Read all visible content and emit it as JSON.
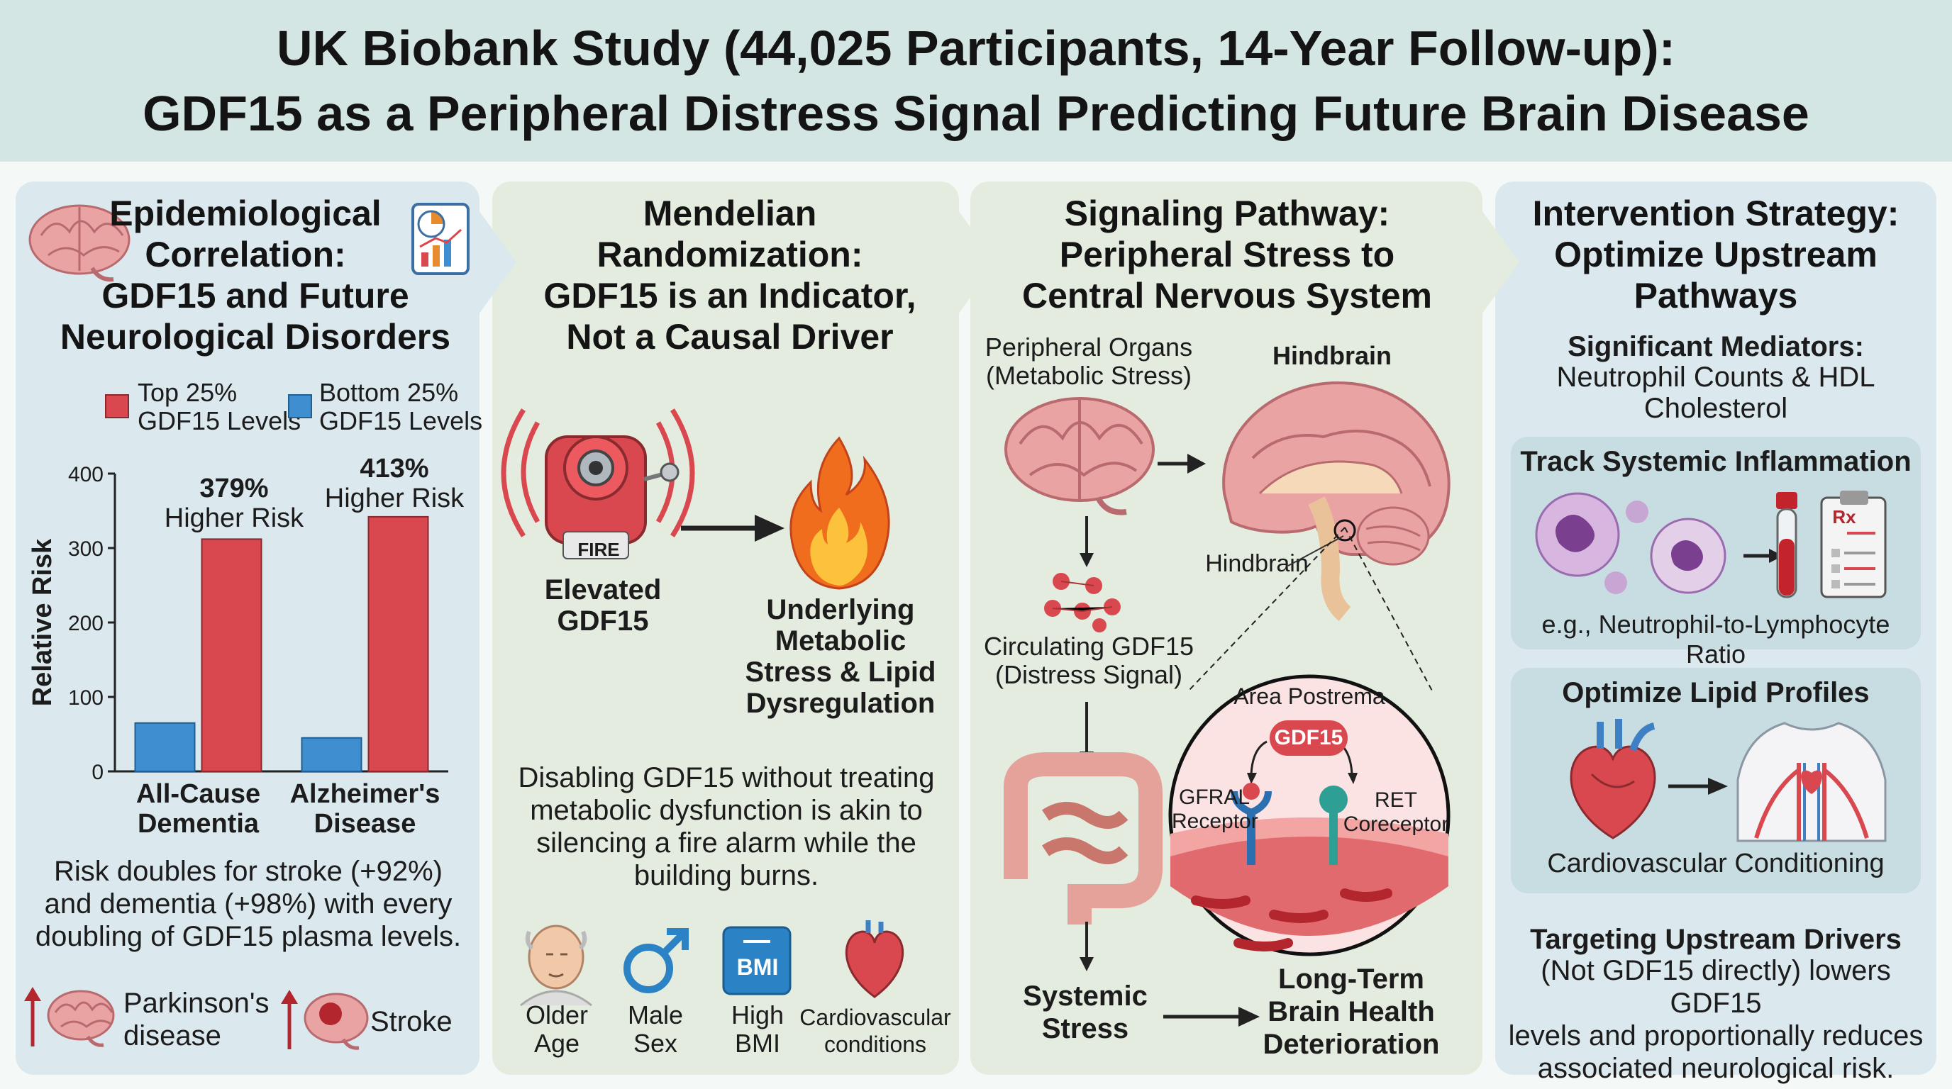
{
  "header": {
    "title_line1": "UK Biobank Study (44,025 Participants, 14-Year Follow-up):",
    "title_line2": "GDF15 as a Peripheral Distress Signal Predicting Future Brain Disease"
  },
  "panel1": {
    "title": [
      "Epidemiological",
      "Correlation:",
      "GDF15 and Future",
      "Neurological Disorders"
    ],
    "legend": [
      {
        "label_line1": "Top 25%",
        "label_line2": "GDF15 Levels",
        "color": "#d9484f"
      },
      {
        "label_line1": "Bottom 25%",
        "label_line2": "GDF15 Levels",
        "color": "#3f8fd0"
      }
    ],
    "annotations": [
      {
        "pct": "379%",
        "text": "Higher Risk"
      },
      {
        "pct": "413%",
        "text": "Higher Risk"
      }
    ],
    "summary": [
      "Risk doubles for stroke (+92%)",
      "and dementia (+98%) with every",
      "doubling of GDF15 plasma levels."
    ],
    "bottom_items": [
      {
        "label_line1": "Parkinson's",
        "label_line2": "disease",
        "icon": "brain-icon"
      },
      {
        "label_line1": "Stroke",
        "label_line2": "",
        "icon": "brain-stroke-icon"
      }
    ]
  },
  "chart_data": {
    "type": "bar",
    "categories": [
      "All-Cause Dementia",
      "Alzheimer's Disease"
    ],
    "category_lines": [
      [
        "All-Cause",
        "Dementia"
      ],
      [
        "Alzheimer's",
        "Disease"
      ]
    ],
    "series": [
      {
        "name": "Bottom 25% GDF15 Levels",
        "values": [
          65,
          45
        ],
        "color": "#3f8fd0"
      },
      {
        "name": "Top 25% GDF15 Levels",
        "values": [
          312,
          342
        ],
        "color": "#d9484f"
      }
    ],
    "ylabel": "Relative Risk",
    "ylim": [
      0,
      400
    ],
    "yticks": [
      0,
      100,
      200,
      300,
      400
    ],
    "grid": false
  },
  "panel2": {
    "title": [
      "Mendelian",
      "Randomization:",
      "GDF15 is an Indicator,",
      "Not a Causal Driver"
    ],
    "bell_label": "FIRE",
    "cause_label": [
      "Elevated",
      "GDF15"
    ],
    "effect_label": [
      "Underlying",
      "Metabolic",
      "Stress & Lipid",
      "Dysregulation"
    ],
    "analogy": [
      "Disabling GDF15 without treating",
      "metabolic dysfunction is akin to",
      "silencing a fire alarm while the",
      "building burns."
    ],
    "factors": [
      {
        "label": [
          "Older",
          "Age"
        ],
        "icon": "elderly-face-icon"
      },
      {
        "label": [
          "Male",
          "Sex"
        ],
        "icon": "male-symbol-icon"
      },
      {
        "label": [
          "High",
          "BMI"
        ],
        "icon": "scale-icon",
        "badge": "BMI"
      },
      {
        "label": [
          "Cardiovascular",
          "conditions"
        ],
        "icon": "heart-icon"
      }
    ]
  },
  "panel3": {
    "title": [
      "Signaling Pathway:",
      "Peripheral Stress to",
      "Central Nervous System"
    ],
    "peripheral_label": [
      "Peripheral Organs",
      "(Metabolic Stress)"
    ],
    "hindbrain_title": "Hindbrain",
    "hindbrain_pointer": "Hindbrain",
    "circulating_label": [
      "Circulating GDF15",
      "(Distress Signal)"
    ],
    "inset": {
      "title": "Area Postrema",
      "ligand": "GDF15",
      "receptor1": [
        "GFRAL",
        "Receptor"
      ],
      "receptor2": [
        "RET",
        "Coreceptor"
      ]
    },
    "systemic": [
      "Systemic",
      "Stress"
    ],
    "outcome": [
      "Long-Term",
      "Brain Health",
      "Deterioration"
    ]
  },
  "panel4": {
    "title": [
      "Intervention Strategy:",
      "Optimize Upstream",
      "Pathways"
    ],
    "mediators_title": "Significant Mediators:",
    "mediators_text": [
      "Neutrophil Counts & HDL",
      "Cholesterol"
    ],
    "box1": {
      "title": "Track Systemic Inflammation",
      "caption": "e.g., Neutrophil-to-Lymphocyte Ratio",
      "rx": "Rx"
    },
    "box2": {
      "title": "Optimize Lipid Profiles",
      "caption": "Cardiovascular Conditioning"
    },
    "conclusion_title": "Targeting Upstream Drivers",
    "conclusion_text": [
      "(Not GDF15 directly) lowers GDF15",
      "levels and proportionally reduces",
      "associated neurological risk."
    ]
  }
}
